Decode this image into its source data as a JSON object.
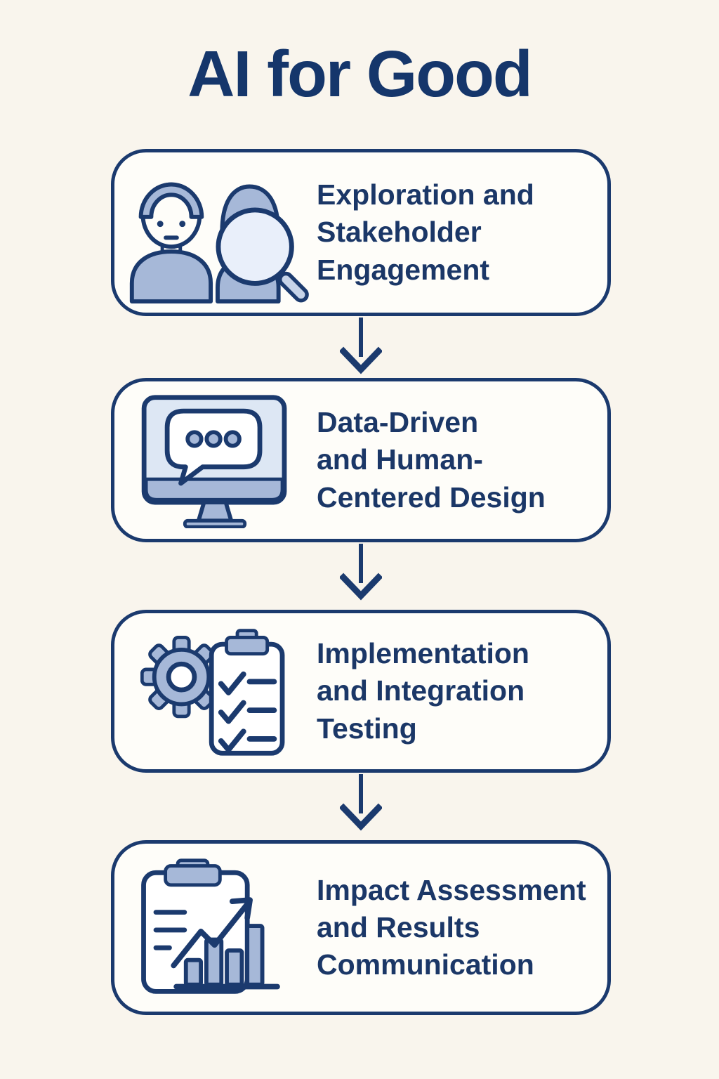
{
  "page": {
    "title": "AI for Good",
    "background_color": "#f9f5ed",
    "box_fill_color": "#fefdf9",
    "accent_navy": "#1b3a6e",
    "icon_fill_medium": "#a6b8d8",
    "icon_fill_light": "#e9effa"
  },
  "stages": [
    {
      "title_lines": [
        "Exploration and",
        "Stakeholder",
        "Engagement"
      ],
      "icon": "people-search-icon"
    },
    {
      "title_lines": [
        "Data-Driven",
        "and Human-",
        "Centered Design"
      ],
      "icon": "monitor-chat-icon"
    },
    {
      "title_lines": [
        "Implementation",
        "and Integration",
        "Testing"
      ],
      "icon": "gear-checklist-icon"
    },
    {
      "title_lines": [
        "Impact Assessment",
        "and Results",
        "Communication"
      ],
      "icon": "clipboard-chart-icon"
    }
  ]
}
